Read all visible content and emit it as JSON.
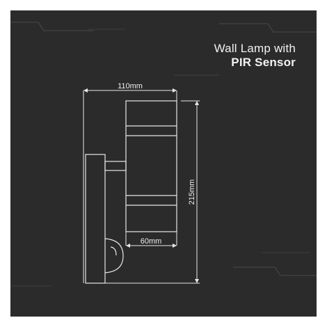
{
  "title": {
    "line1": "Wall Lamp with",
    "line2": "PIR Sensor"
  },
  "dimensions": {
    "width_label": "110mm",
    "height_label": "215mm",
    "head_width_label": "60mm"
  },
  "colors": {
    "background": "#2b2b2b",
    "line": "#e8e8e8",
    "text": "#f2f2f2",
    "accent_line": "#4a4a4a"
  }
}
